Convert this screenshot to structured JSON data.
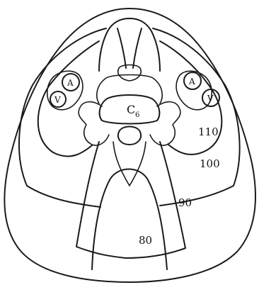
{
  "diagram": {
    "vertebra_label": "C",
    "vertebra_subscript": "6",
    "artery_label": "A",
    "vein_label": "V",
    "isodose_labels": [
      "110",
      "100",
      "90",
      "80"
    ]
  },
  "colors": {
    "ink": "#1a1a1a",
    "background": "#ffffff"
  }
}
